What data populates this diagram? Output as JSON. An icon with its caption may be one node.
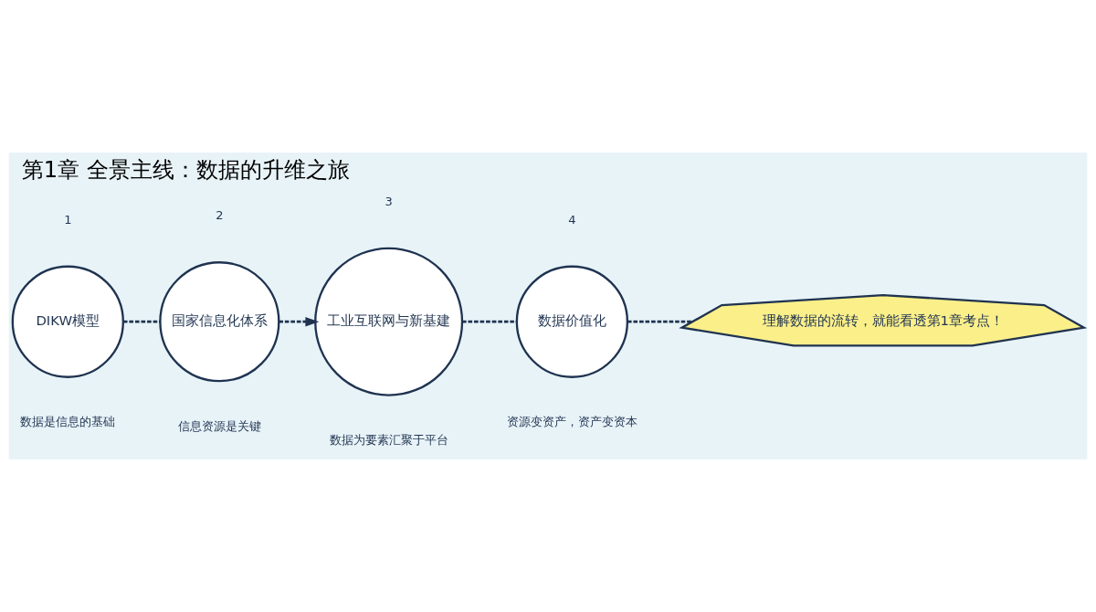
{
  "diagram": {
    "title": "第1章 全景主线：数据的升维之旅",
    "nodes": [
      {
        "text": [
          "DIKW模型"
        ],
        "beside": [
          "1",
          "数据是信息的基础"
        ]
      },
      {
        "text": [
          "国家信息化体系"
        ],
        "beside": [
          "2",
          "信息资源是关键"
        ]
      },
      {
        "text": [
          "工业互联网与新基建"
        ],
        "beside": [
          "3",
          "数据为要素汇聚于平台"
        ]
      },
      {
        "text": [
          "数据价值化"
        ],
        "beside": [
          "4",
          "资源变资产，资产变资本"
        ]
      },
      {
        "text": [
          "理解数据的流转，就能看透第1章考点！"
        ]
      }
    ],
    "edges": [
      {
        "from": 0,
        "to": 1,
        "arrow": "none",
        "style": "dashed"
      },
      {
        "from": 1,
        "to": 2,
        "arrow": "to",
        "style": "dashed"
      },
      {
        "from": 2,
        "to": 3,
        "arrow": "none",
        "style": "dashed"
      },
      {
        "from": 3,
        "to": 4,
        "arrow": "none",
        "style": "dashed"
      }
    ]
  }
}
